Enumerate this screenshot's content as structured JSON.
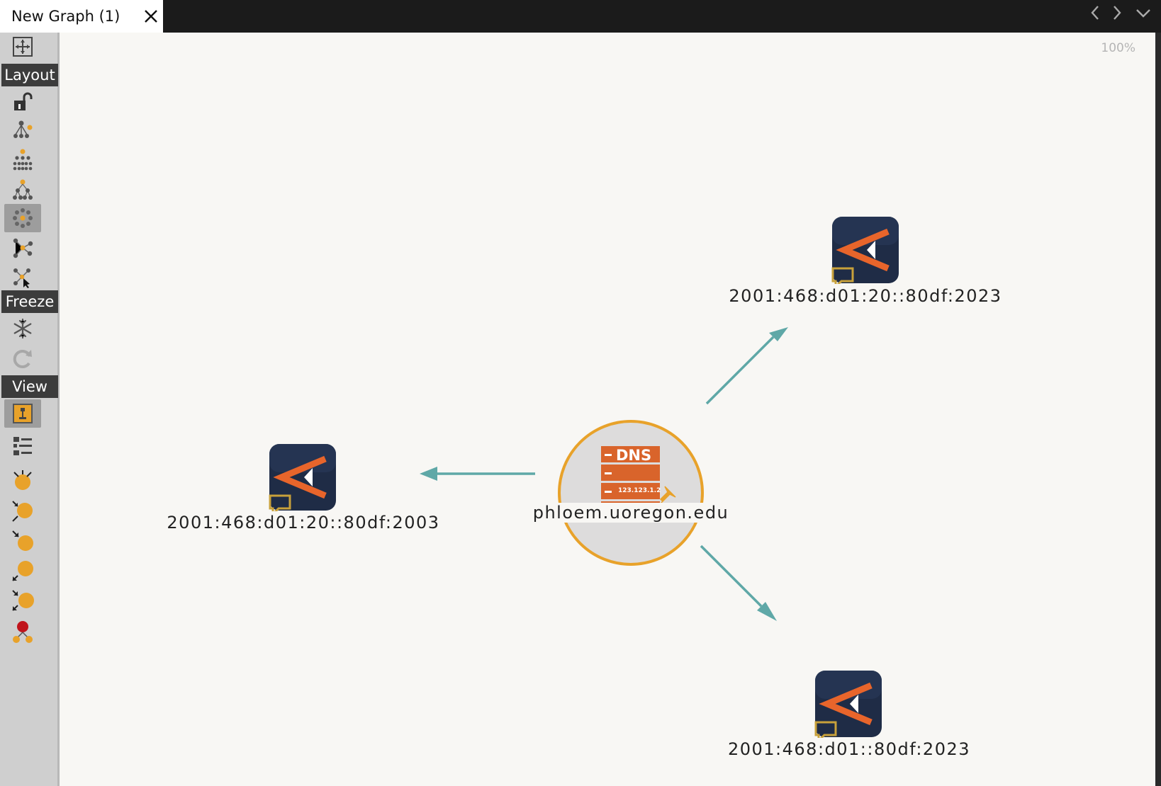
{
  "tab": {
    "title": "New Graph (1)"
  },
  "toolbar": {
    "sections": {
      "layout": "Layout",
      "freeze": "Freeze",
      "view": "View"
    }
  },
  "canvas": {
    "zoom": "100%",
    "edge_color": "#5fa8a7",
    "center_node": {
      "label": "phloem.uoregon.edu",
      "icon_title": "DNS",
      "icon_ip": "123.123.1.2"
    },
    "nodes": [
      {
        "label": "2001:468:d01:20::80df:2023"
      },
      {
        "label": "2001:468:d01:20::80df:2003"
      },
      {
        "label": "2001:468:d01::80df:2023"
      }
    ]
  },
  "colors": {
    "accent_orange": "#e8a22a",
    "dns_orange": "#d9642b",
    "ip_tile": "#1f2c46",
    "edge": "#5fa8a7"
  }
}
